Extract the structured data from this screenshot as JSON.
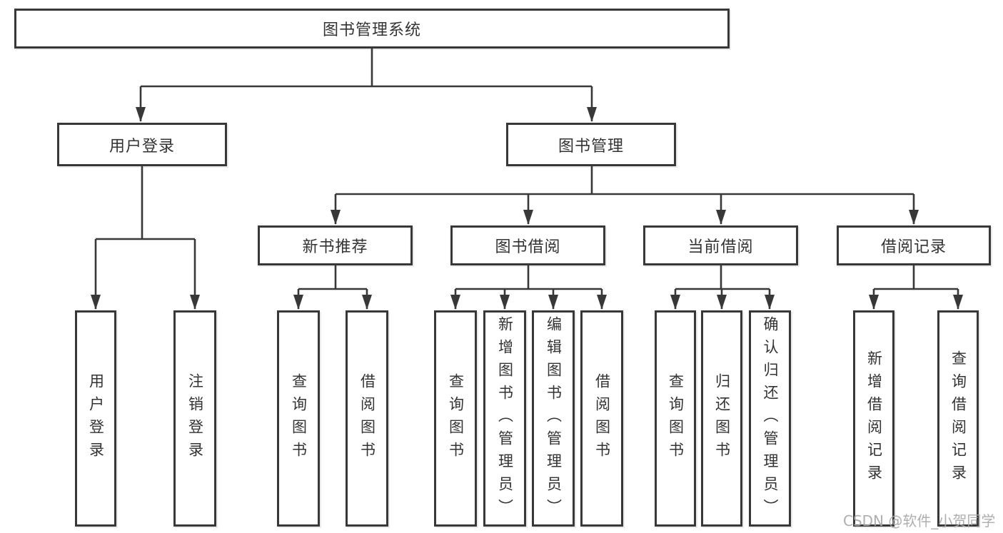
{
  "tree": {
    "root": {
      "label": "图书管理系统"
    },
    "branches": [
      {
        "label": "用户登录",
        "children": [
          {
            "label": "用户登录"
          },
          {
            "label": "注销登录"
          }
        ]
      },
      {
        "label": "图书管理",
        "children": [
          {
            "label": "新书推荐",
            "children": [
              {
                "label": "查询图书"
              },
              {
                "label": "借阅图书"
              }
            ]
          },
          {
            "label": "图书借阅",
            "children": [
              {
                "label": "查询图书"
              },
              {
                "label": "新增图书（管理员）"
              },
              {
                "label": "编辑图书（管理员）"
              },
              {
                "label": "借阅图书"
              }
            ]
          },
          {
            "label": "当前借阅",
            "children": [
              {
                "label": "查询图书"
              },
              {
                "label": "归还图书"
              },
              {
                "label": "确认归还（管理员）"
              }
            ]
          },
          {
            "label": "借阅记录",
            "children": [
              {
                "label": "新增借阅记录"
              },
              {
                "label": "查询借阅记录"
              }
            ]
          }
        ]
      }
    ]
  },
  "watermark": {
    "text": "CSDN @软件_小贺同学"
  },
  "colors": {
    "line": "#383838",
    "text": "#333333",
    "background": "#ffffff",
    "watermark": "#a8a8a8"
  }
}
